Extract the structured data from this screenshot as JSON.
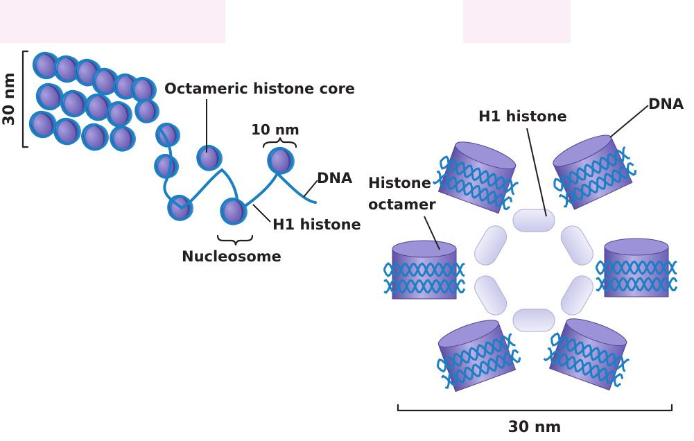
{
  "labels": {
    "fiber_width_left": "30 nm",
    "octameric_core": "Octameric histone core",
    "ten_nm": "10 nm",
    "dna_left": "DNA",
    "h1_left": "H1 histone",
    "nucleosome": "Nucleosome",
    "h1_right": "H1 histone",
    "dna_right": "DNA",
    "histone_octamer_line1": "Histone",
    "histone_octamer_line2": "octamer",
    "fiber_width_bottom": "30 nm"
  },
  "colors": {
    "histone_purple": "#8a7cc8",
    "histone_dark": "#4f4496",
    "dna_blue": "#1a7fc4",
    "h1_lavender": "#d6d6f0",
    "label_text": "#231f20",
    "header_tint": "#fbeef6"
  }
}
